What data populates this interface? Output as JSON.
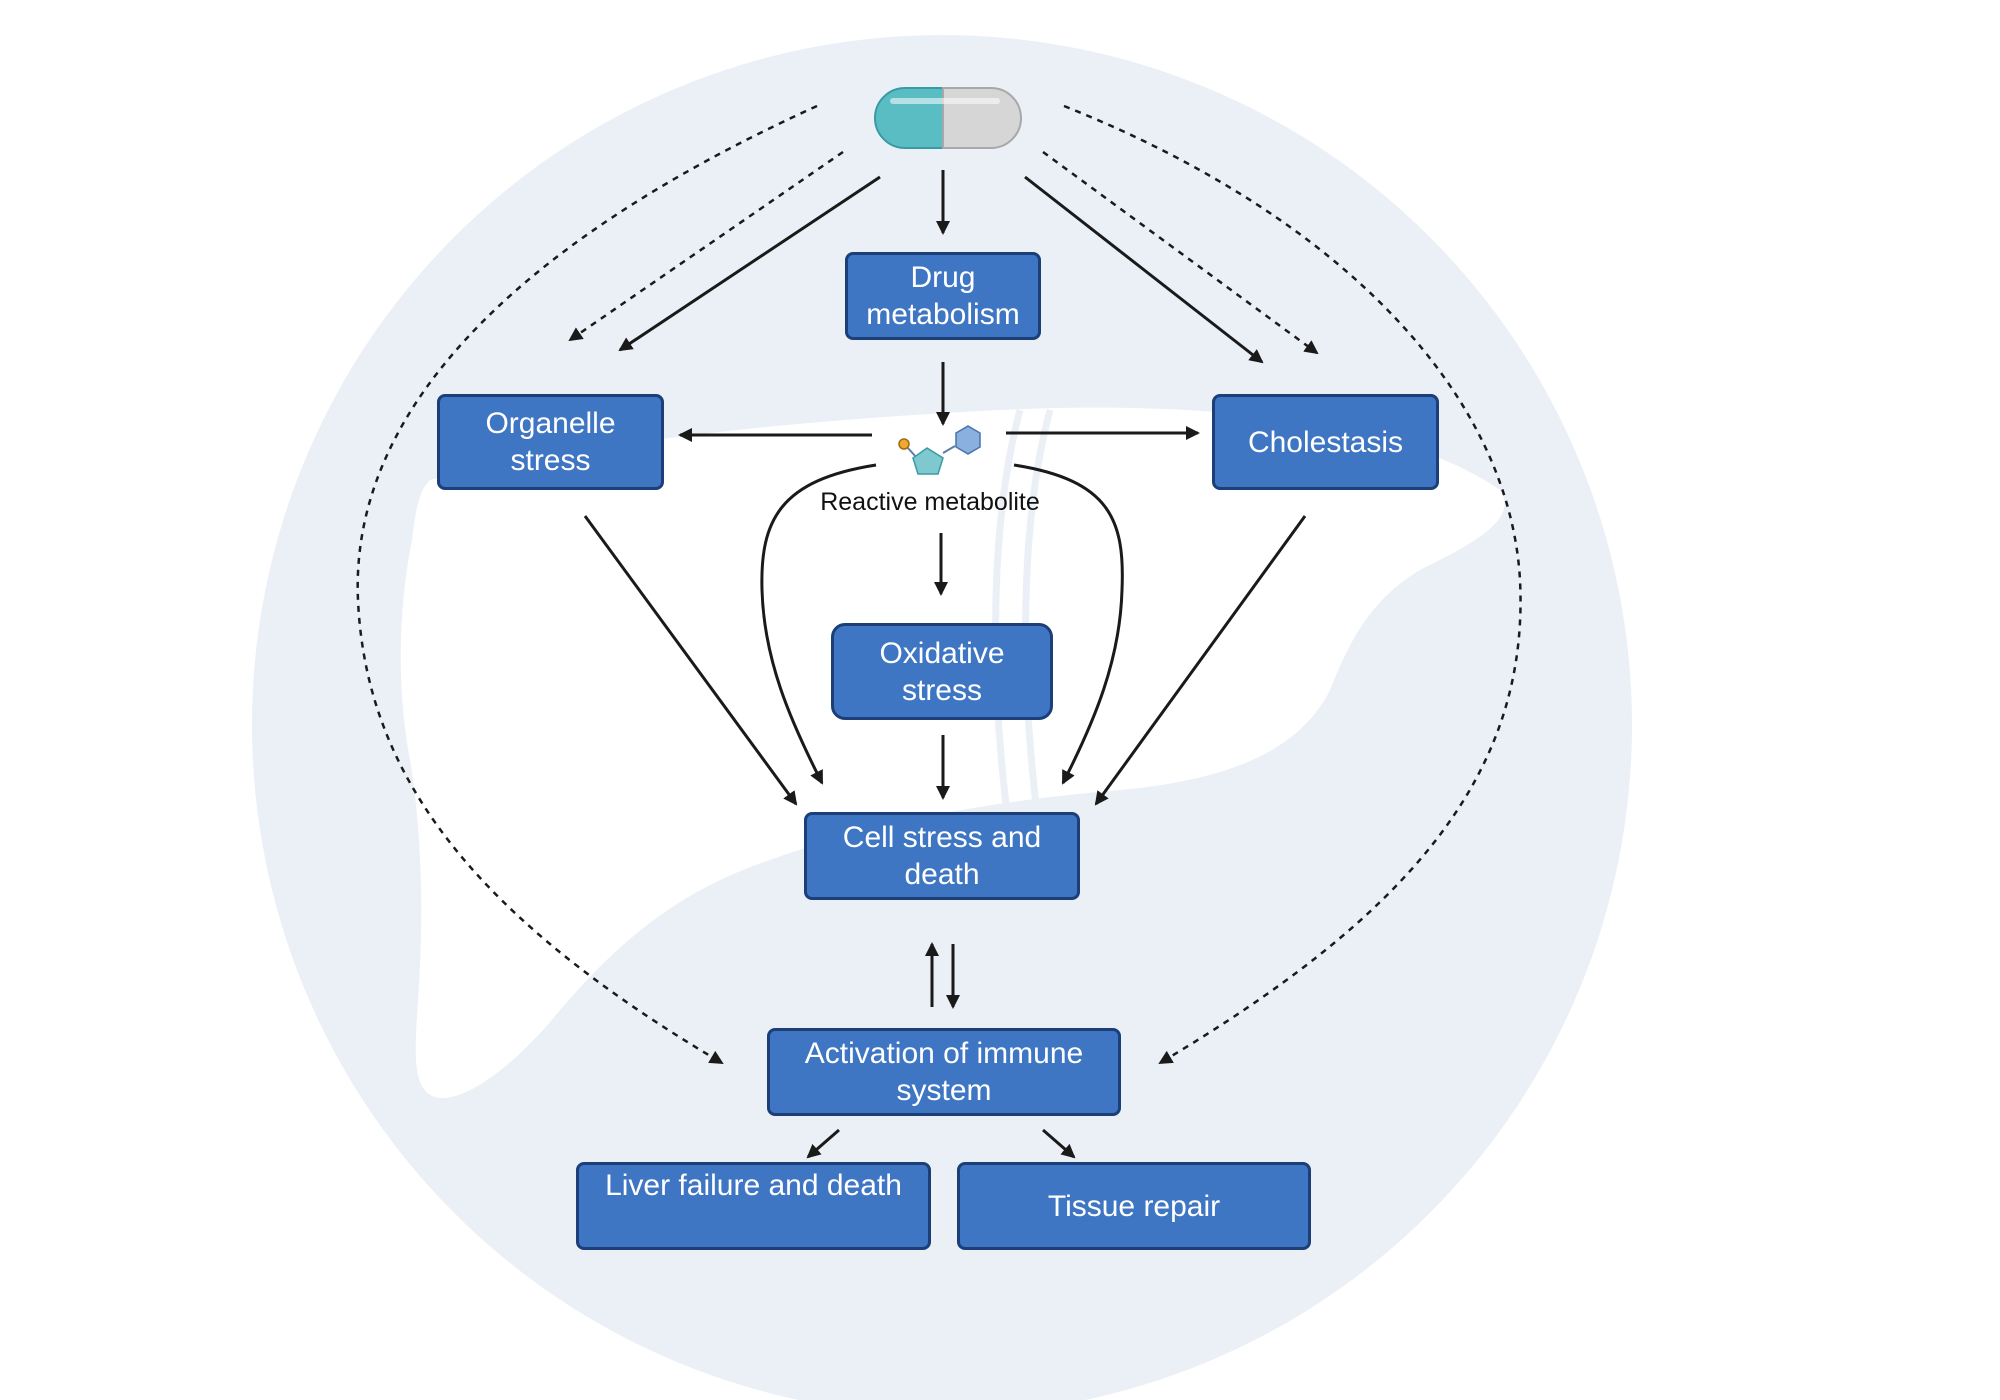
{
  "nodes": {
    "drug_metabolism": "Drug\nmetabolism",
    "organelle_stress": "Organelle\nstress",
    "cholestasis": "Cholestasis",
    "oxidative_stress": "Oxidative\nstress",
    "cell_stress_death": "Cell stress and\ndeath",
    "immune_activation": "Activation of immune\nsystem",
    "liver_failure": "Liver failure and death",
    "tissue_repair": "Tissue repair"
  },
  "reactive_metabolite_label": "Reactive metabolite",
  "icons": {
    "drug": "capsule-icon",
    "metabolite": "molecule-icon",
    "background": "liver-silhouette"
  },
  "colors": {
    "box_fill": "#3f76c4",
    "box_border": "#1d3f78",
    "box_text": "#ffffff",
    "arrow": "#1a1a1a",
    "background_circle": "#ebf0f7",
    "liver_silhouette": "#ffffff",
    "capsule_left": "#5bbdc4",
    "capsule_right": "#d6d6d6",
    "molecule_hexagon": "#8ab0e0",
    "molecule_pentagon": "#7ec9cf",
    "molecule_atom": "#f0a830"
  }
}
